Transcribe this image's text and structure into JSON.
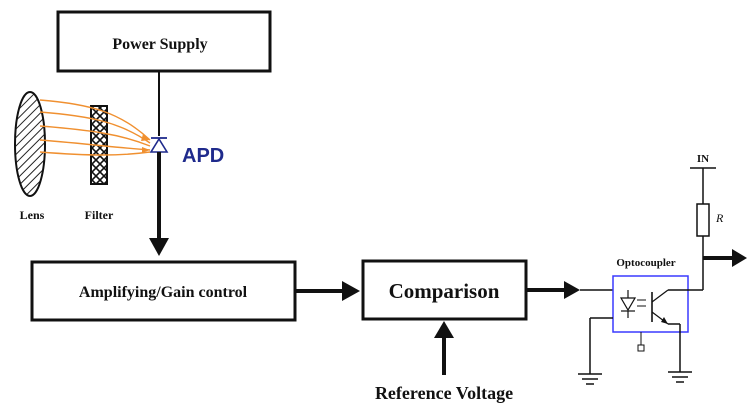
{
  "blocks": {
    "power_supply": "Power Supply",
    "amplifying": "Amplifying/Gain control",
    "comparison": "Comparison"
  },
  "labels": {
    "apd": "APD",
    "lens": "Lens",
    "filter": "Filter",
    "reference_voltage": "Reference Voltage",
    "optocoupler": "Optocoupler",
    "input": "IN",
    "resistor": "R"
  },
  "colors": {
    "apd_text": "#1f2a8c",
    "light_rays": "#f09030",
    "optocoupler_box": "#3a3aff",
    "lines": "#111111"
  }
}
